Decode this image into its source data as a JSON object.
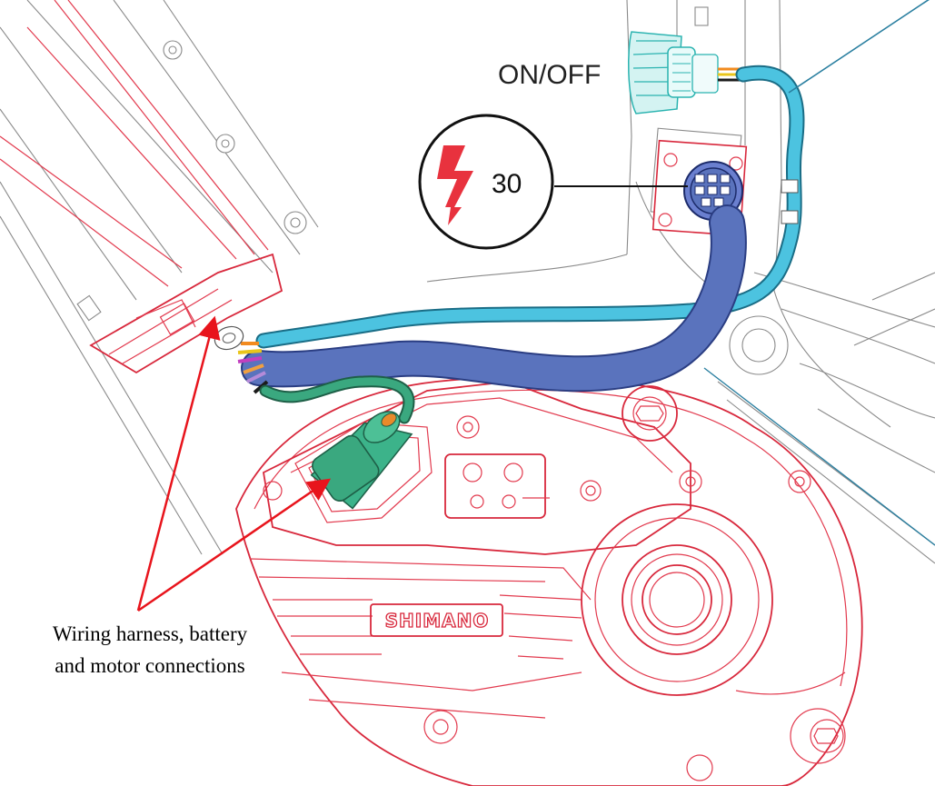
{
  "labels": {
    "on_off": "ON/OFF",
    "torque": "30",
    "caption_line1": "Wiring harness, battery",
    "caption_line2": "and motor connections",
    "brand": "SHIMANO"
  },
  "icons": {
    "torque_symbol": "lightning-bolt-arrow-icon"
  },
  "colors": {
    "frame_lines": "#8a8a8a",
    "motor_lines": "#e23a4e",
    "main_cable": "#5a73bd",
    "switch_cable": "#4cc3e0",
    "connector": "#3aa87f",
    "pointer_arrows": "#e8141c",
    "callout_line": "#2a7fa0",
    "torque_icon": "#e8323e"
  }
}
